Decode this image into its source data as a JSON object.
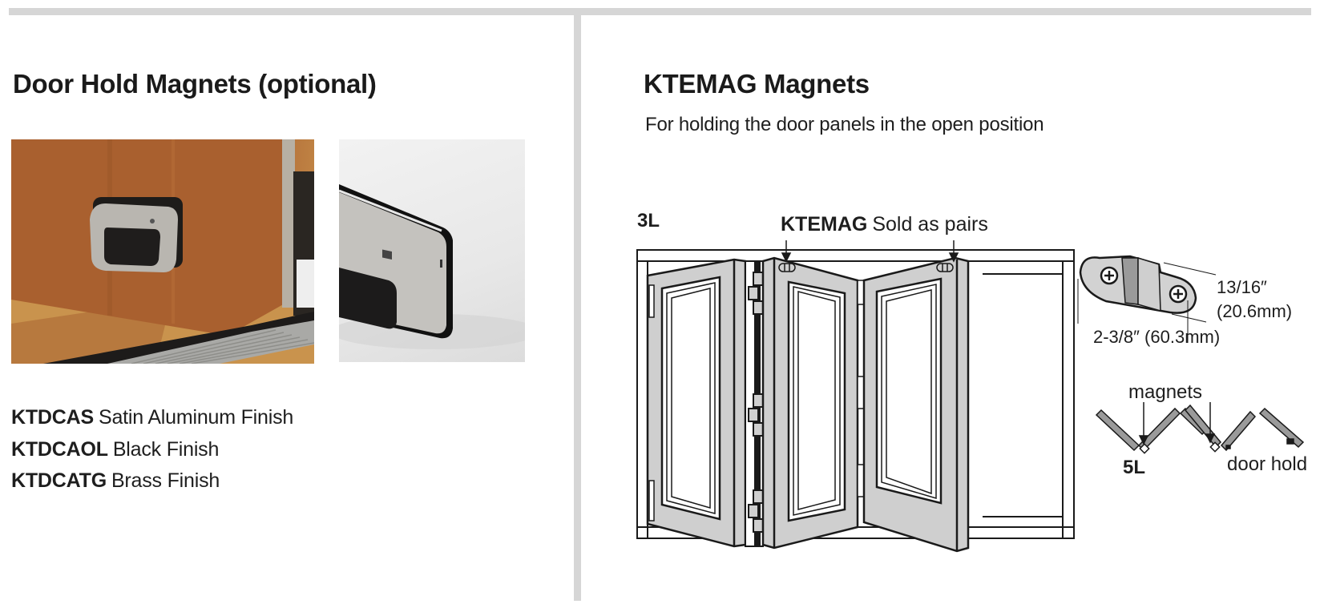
{
  "left_section": {
    "title": "Door Hold Magnets (optional)",
    "images": [
      {
        "name": "door-hold-magnet-installed-photo",
        "description": "Satin aluminum door hold magnet mounted at bottom of wood door panel near track"
      },
      {
        "name": "door-hold-magnet-closeup-photo",
        "description": "Close-up of satin aluminum door hold magnet with black pad"
      }
    ],
    "finishes": [
      {
        "code": "KTDCAS",
        "label": "Satin Aluminum Finish"
      },
      {
        "code": "KTDCAOL",
        "label": "Black Finish"
      },
      {
        "code": "KTDCATG",
        "label": "Brass Finish"
      }
    ]
  },
  "right_section": {
    "title": "KTEMAG Magnets",
    "subtitle": "For holding the door panels in the open position",
    "diagram": {
      "config_label_3l": "3L",
      "callout_code": "KTEMAG",
      "callout_text": "Sold as pairs",
      "dimension_height": "13/16″",
      "dimension_height_mm": "(20.6mm)",
      "dimension_length": "2-3/8″ (60.3mm)",
      "magnets_label": "magnets",
      "config_label_5l": "5L",
      "door_hold_label": "door hold"
    }
  },
  "colors": {
    "rule_gray": "#d6d6d6",
    "panel_fill": "#cfcfcf",
    "line": "#1a1a1a",
    "text": "#1e1e1e"
  }
}
